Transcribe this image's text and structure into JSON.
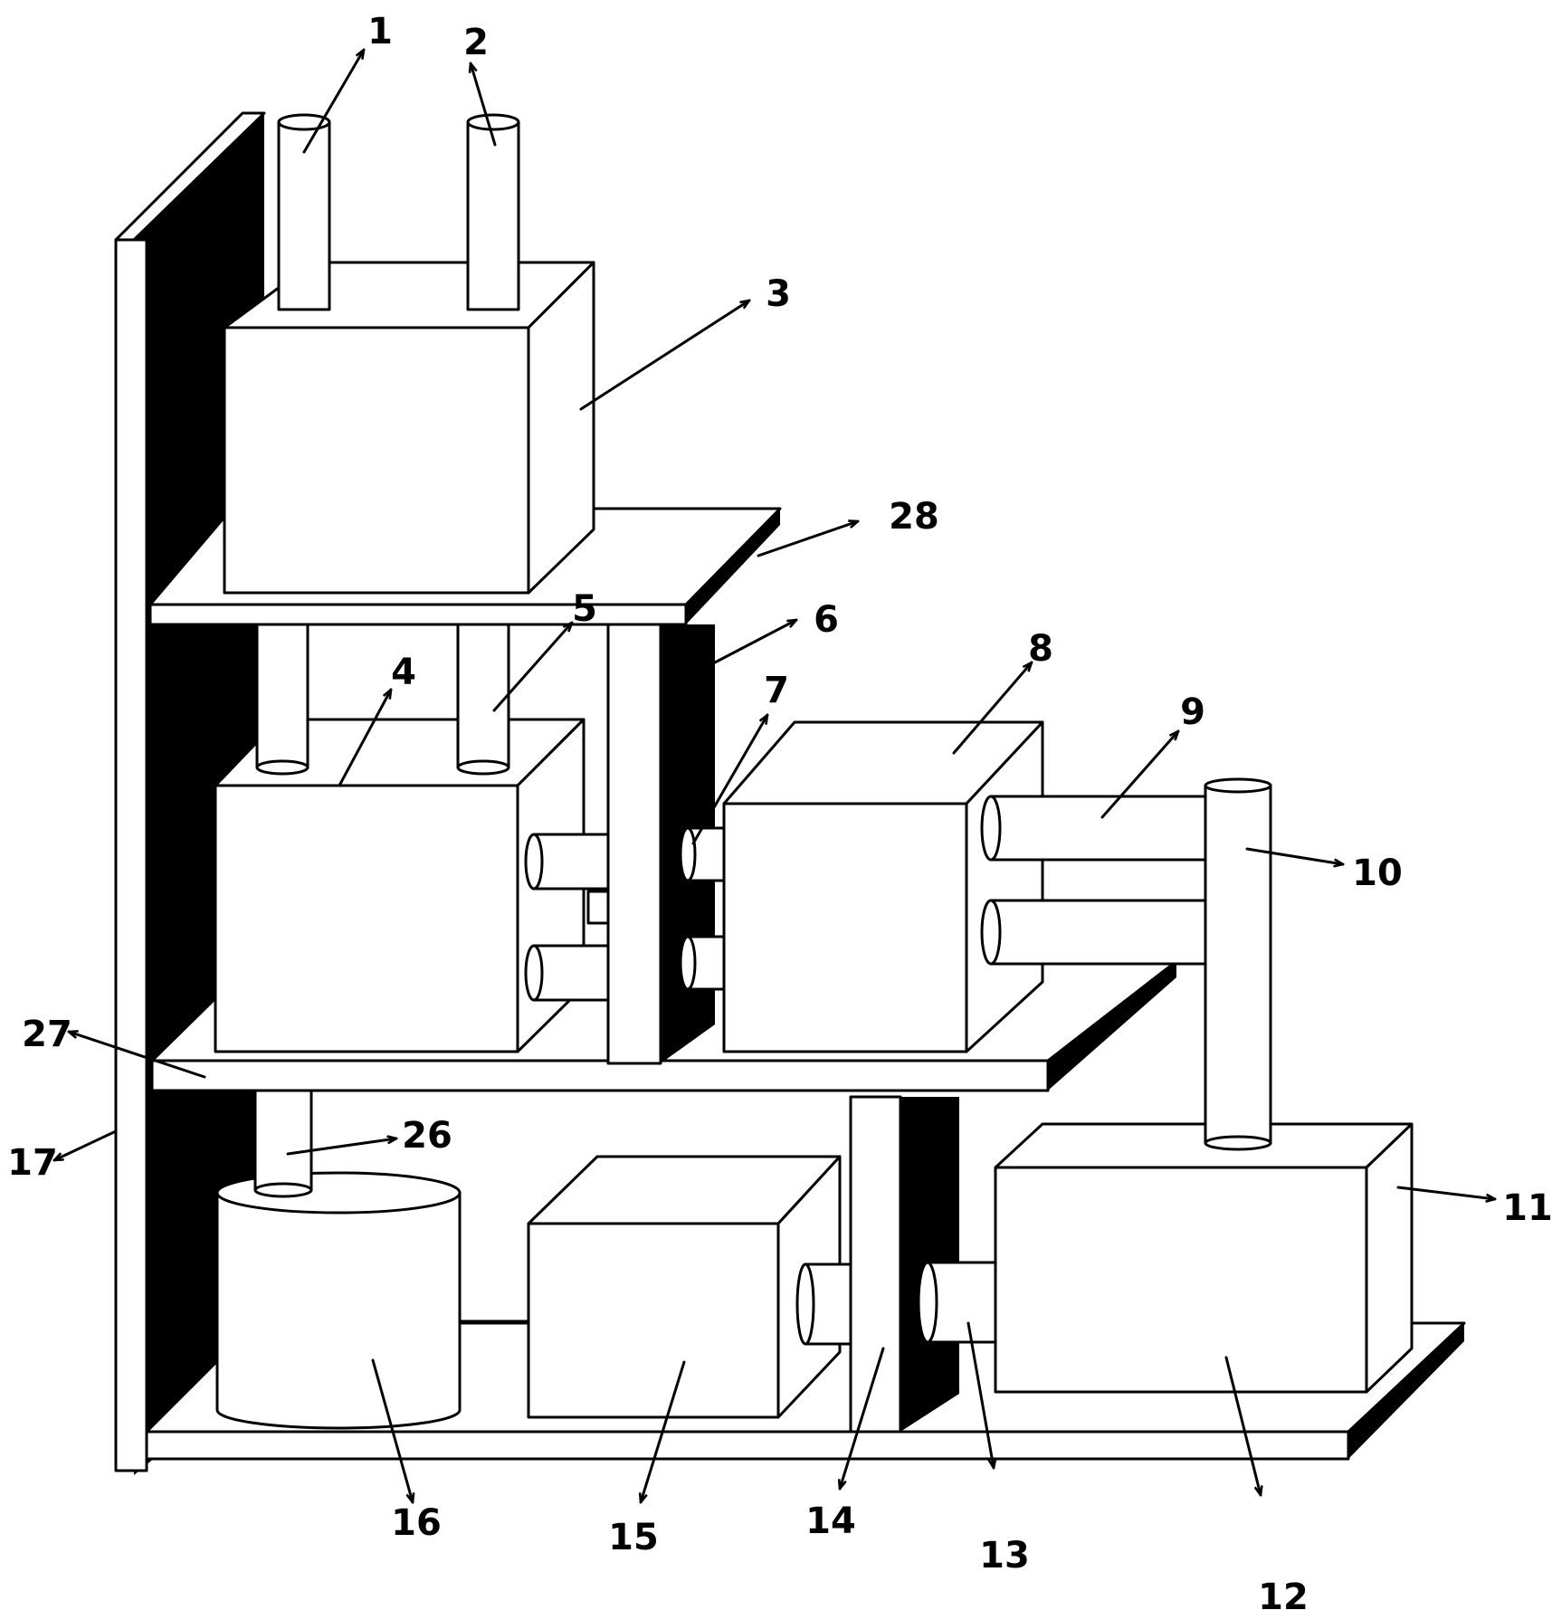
{
  "labels": {
    "l1": "1",
    "l2": "2",
    "l3": "3",
    "l4": "4",
    "l5": "5",
    "l6": "6",
    "l7": "7",
    "l8": "8",
    "l9": "9",
    "l10": "10",
    "l11": "11",
    "l12": "12",
    "l13": "13",
    "l14": "14",
    "l15": "15",
    "l16": "16",
    "l17": "17",
    "l26": "26",
    "l27": "27",
    "l28": "28"
  }
}
